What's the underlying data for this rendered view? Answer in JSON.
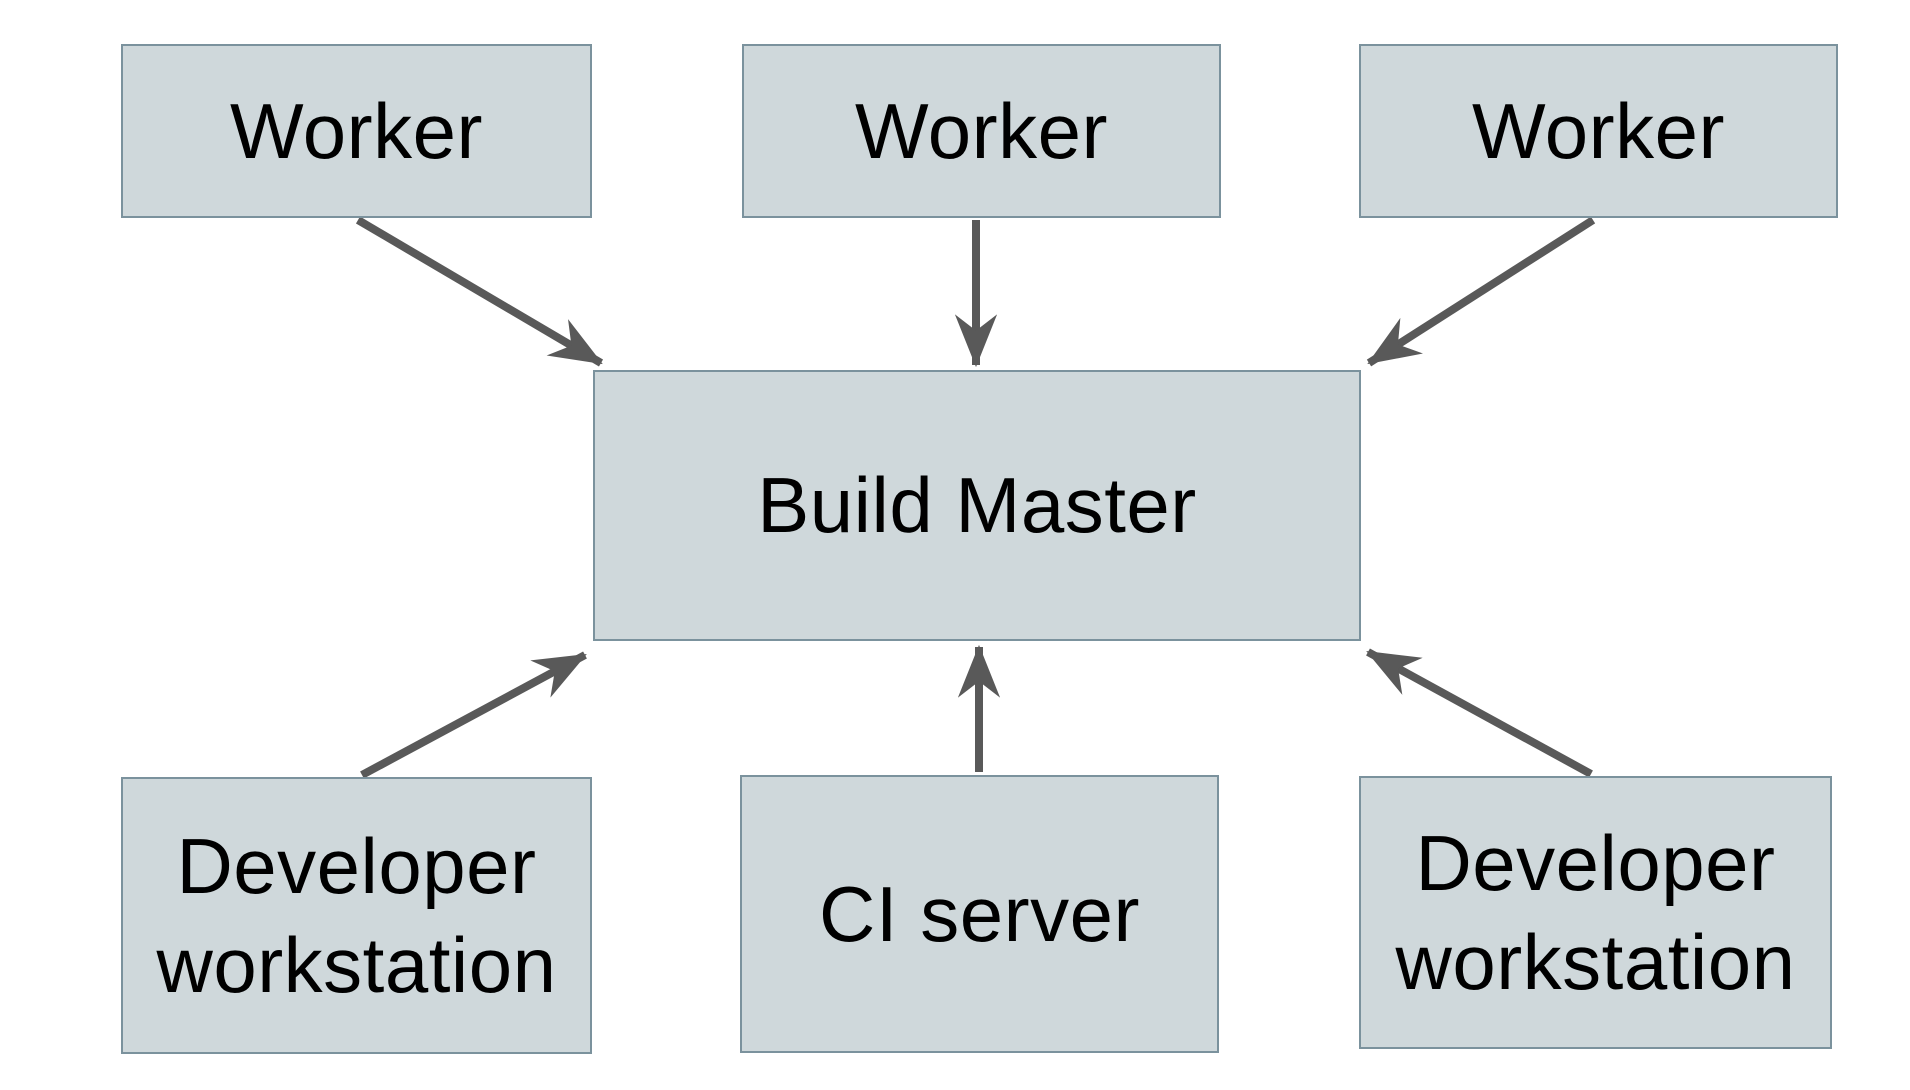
{
  "diagram": {
    "nodes": {
      "worker_left": {
        "label": "Worker"
      },
      "worker_center": {
        "label": "Worker"
      },
      "worker_right": {
        "label": "Worker"
      },
      "build_master": {
        "label": "Build Master"
      },
      "dev_workstation_left": {
        "label": "Developer workstation"
      },
      "ci_server": {
        "label": "CI server"
      },
      "dev_workstation_right": {
        "label": "Developer workstation"
      }
    },
    "edges": [
      {
        "from": "worker_left",
        "to": "build_master"
      },
      {
        "from": "worker_center",
        "to": "build_master"
      },
      {
        "from": "worker_right",
        "to": "build_master"
      },
      {
        "from": "dev_workstation_left",
        "to": "build_master"
      },
      {
        "from": "ci_server",
        "to": "build_master"
      },
      {
        "from": "dev_workstation_right",
        "to": "build_master"
      }
    ],
    "colors": {
      "background": "#ffffff",
      "node_fill": "#cfd8db",
      "node_border": "#7b929d",
      "arrow": "#595959",
      "text": "#000000"
    }
  }
}
